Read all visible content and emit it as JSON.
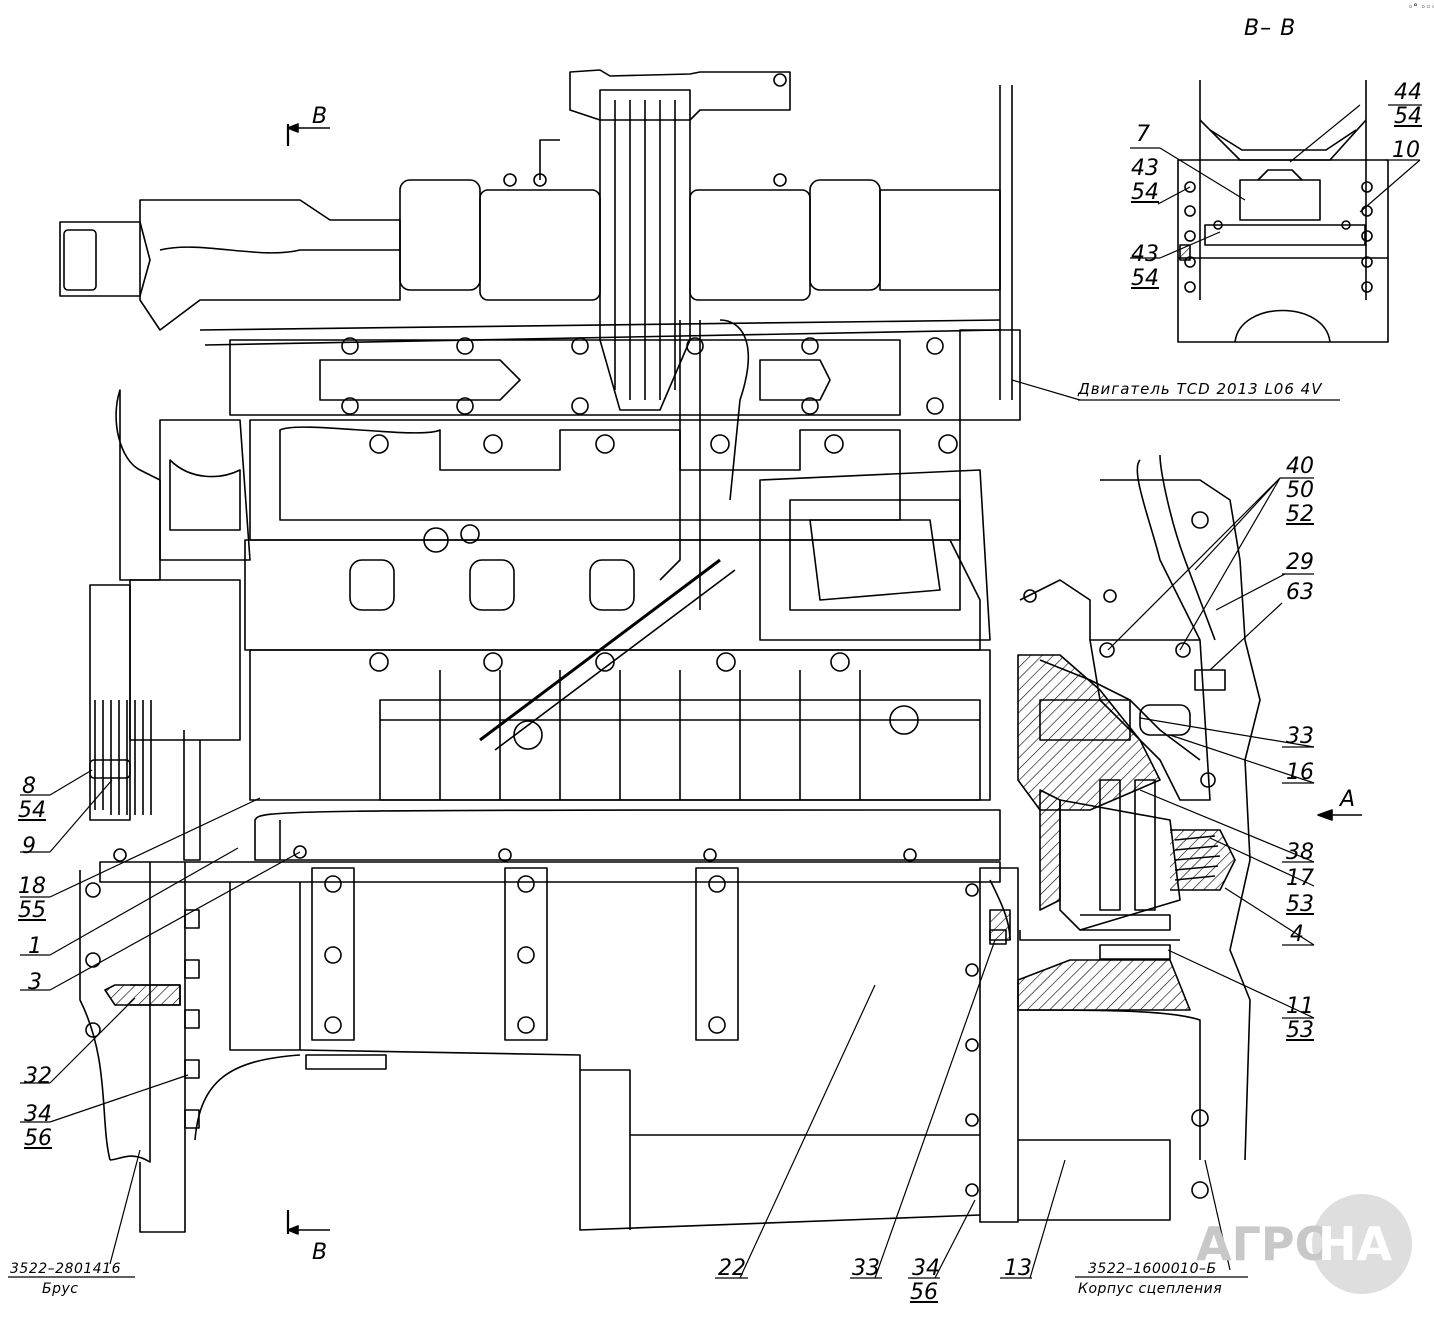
{
  "section": {
    "title": "В– В",
    "corner_marks": "◦° ◦◦◦"
  },
  "cut_markers": {
    "top": "В",
    "bottom": "В",
    "view_a": "А"
  },
  "engine_label": "Двигатель TCD 2013 L06 4V",
  "parts": {
    "brus_code": "3522–2801416",
    "brus_name": "Брус",
    "housing_code": "3522–1600010–Б",
    "housing_name": "Корпус сцепления"
  },
  "callouts": {
    "c44": "44",
    "c54a": "54",
    "c7": "7",
    "c10": "10",
    "c43a": "43",
    "c54b": "54",
    "c43b": "43",
    "c54c": "54",
    "c40": "40",
    "c50": "50",
    "c52": "52",
    "c29": "29",
    "c63": "63",
    "c33a": "33",
    "c16": "16",
    "c38": "38",
    "c17": "17",
    "c53a": "53",
    "c4": "4",
    "c11": "11",
    "c53b": "53",
    "c8": "8",
    "c54d": "54",
    "c9": "9",
    "c18": "18",
    "c55": "55",
    "c1": "1",
    "c3": "3",
    "c32": "32",
    "c34a": "34",
    "c56a": "56",
    "c22": "22",
    "c33b": "33",
    "c34b": "34",
    "c56b": "56",
    "c13": "13"
  },
  "watermark": {
    "left": "АГРО",
    "right": "НА"
  }
}
